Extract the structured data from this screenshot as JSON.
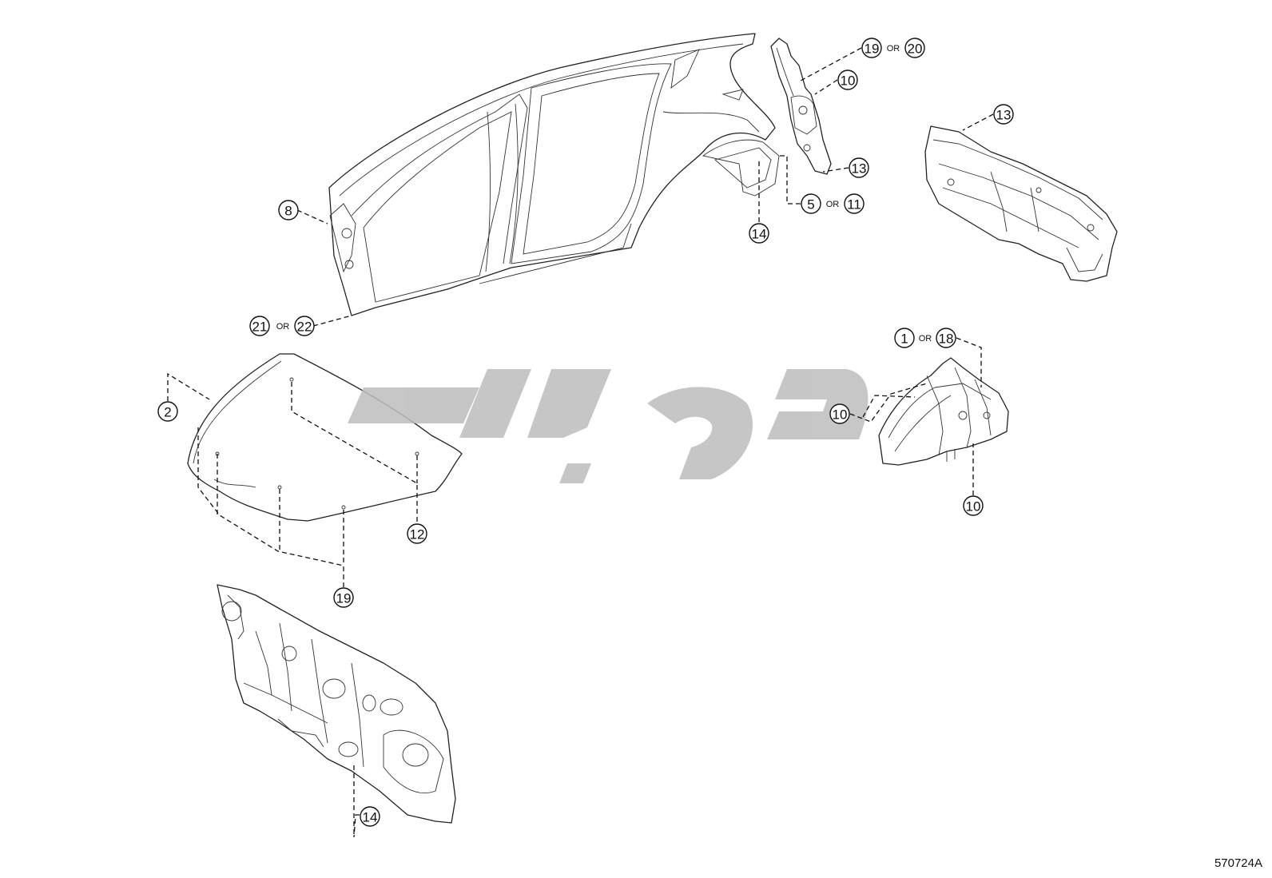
{
  "diagram": {
    "code": "570724A",
    "or_label": "OR",
    "callouts": [
      {
        "id": "c8",
        "label": "8"
      },
      {
        "id": "c21",
        "label": "21"
      },
      {
        "id": "c22",
        "label": "22"
      },
      {
        "id": "c19a",
        "label": "19"
      },
      {
        "id": "c20",
        "label": "20"
      },
      {
        "id": "c10a",
        "label": "10"
      },
      {
        "id": "c13a",
        "label": "13"
      },
      {
        "id": "c13b",
        "label": "13"
      },
      {
        "id": "c5",
        "label": "5"
      },
      {
        "id": "c11",
        "label": "11"
      },
      {
        "id": "c14a",
        "label": "14"
      },
      {
        "id": "c1",
        "label": "1"
      },
      {
        "id": "c18",
        "label": "18"
      },
      {
        "id": "c10b",
        "label": "10"
      },
      {
        "id": "c10c",
        "label": "10"
      },
      {
        "id": "c2",
        "label": "2"
      },
      {
        "id": "c12",
        "label": "12"
      },
      {
        "id": "c19b",
        "label": "19"
      },
      {
        "id": "c14b",
        "label": "14"
      }
    ],
    "parts": [
      {
        "id": "side-body-panel",
        "name": "side-body-panel"
      },
      {
        "id": "rear-pillar-reinforcement",
        "name": "rear-pillar-reinforcement"
      },
      {
        "id": "rear-floor-panel",
        "name": "rear-floor-panel"
      },
      {
        "id": "front-wheel-apron",
        "name": "front-wheel-apron"
      },
      {
        "id": "hood-panel",
        "name": "hood-panel"
      },
      {
        "id": "dash-panel",
        "name": "dash-panel"
      }
    ]
  }
}
